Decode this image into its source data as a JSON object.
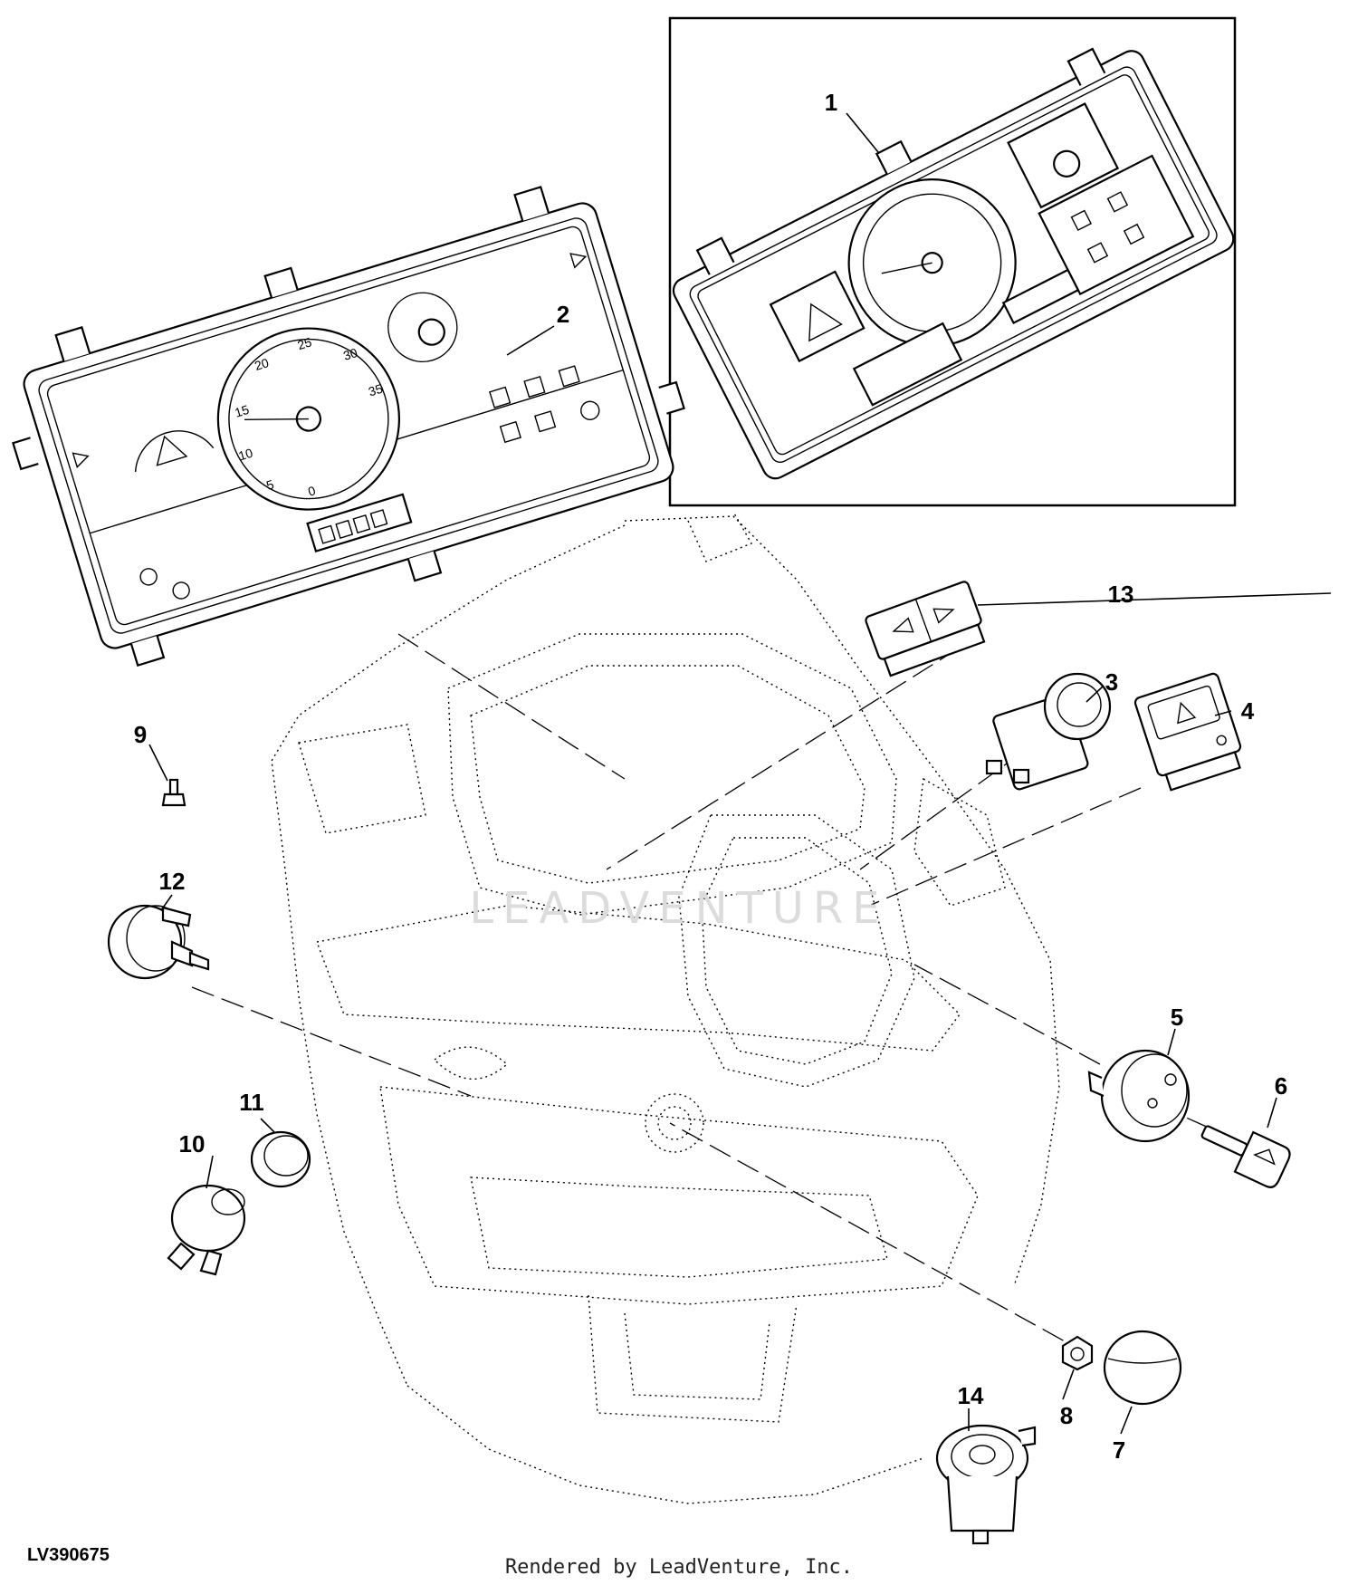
{
  "diagram": {
    "code": "LV390675",
    "credit": "Rendered by LeadVenture, Inc.",
    "watermark": "LEADVENTURE",
    "callouts": [
      "1",
      "2",
      "3",
      "4",
      "5",
      "6",
      "7",
      "8",
      "9",
      "10",
      "11",
      "12",
      "13",
      "14"
    ],
    "gauge_numbers": [
      "0",
      "5",
      "10",
      "15",
      "20",
      "25",
      "30",
      "35"
    ],
    "colors": {
      "ink": "#000000",
      "background": "#ffffff",
      "watermark": "#dcdcdc"
    }
  }
}
